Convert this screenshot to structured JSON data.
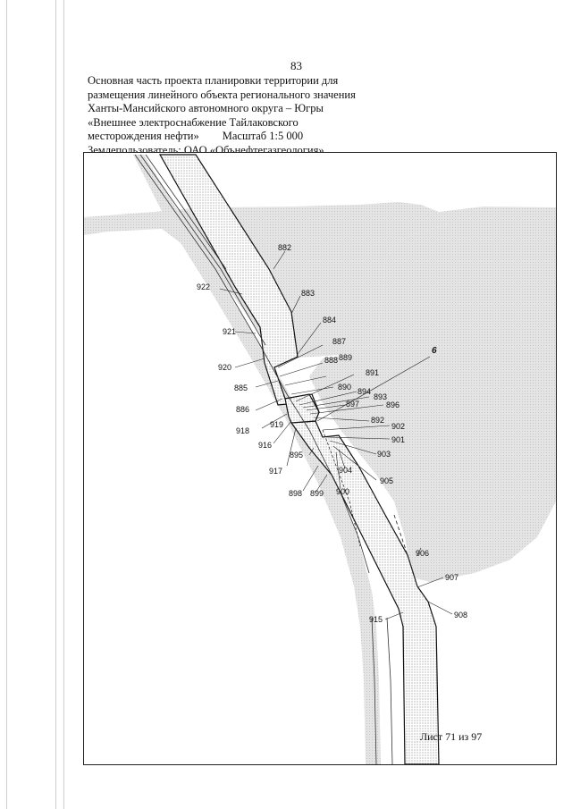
{
  "page_number": "83",
  "title_lines": [
    "Основная часть проекта планировки территории для",
    "размещения линейного объекта регионального значения",
    "Ханты-Мансийского автономного округа – Югры",
    "«Внешнее электроснабжение Тайлаковского"
  ],
  "title_last_line": "месторождения нефти»",
  "scale": "Масштаб 1:5 000",
  "land_user": "Землепользователь: ОАО «Обънефтегазгеология»",
  "sheet": "Лист 71 из 97",
  "map": {
    "corridor_label": "6",
    "points": [
      "882",
      "883",
      "884",
      "885",
      "886",
      "887",
      "888",
      "889",
      "890",
      "891",
      "892",
      "893",
      "894",
      "895",
      "896",
      "897",
      "898",
      "899",
      "900",
      "901",
      "902",
      "903",
      "904",
      "905",
      "906",
      "907",
      "908",
      "915",
      "916",
      "917",
      "918",
      "919",
      "920",
      "921",
      "922"
    ]
  },
  "colors": {
    "hatch_dots": "#666666",
    "parcel_fill": "#d9d9d9",
    "line": "#111111"
  }
}
